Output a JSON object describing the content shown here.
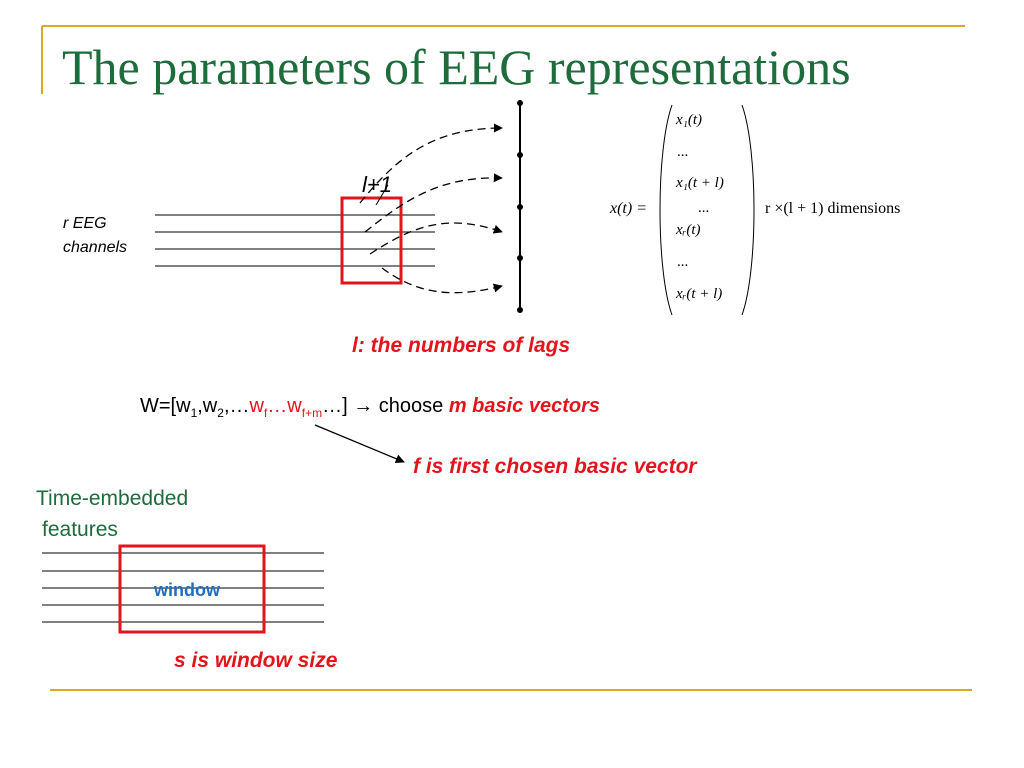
{
  "slide": {
    "title": "The parameters of EEG representations"
  },
  "lag_diagram": {
    "channels_label_line1": "r EEG",
    "channels_label_line2": "channels",
    "lag_box_label": "l+1",
    "lags_caption": "l: the numbers of lags"
  },
  "vector": {
    "lhs": "x(t) =",
    "entries": [
      "x₁(t)",
      "...",
      "x₁(t + l)",
      "...",
      "xᵣ(t)",
      "...",
      "xᵣ(t + l)"
    ],
    "dimensions_text": "r ×(l + 1) dimensions"
  },
  "basis": {
    "w_prefix": "W=[w",
    "w_sub1": "1",
    "w_mid": ",w",
    "w_sub2": "2",
    "w_dots": ",…",
    "wf": "w",
    "wf_sub": "f",
    "wf_dots": "…w",
    "wfm_sub": "f+m",
    "w_suffix": "…] → choose ",
    "m_text": "m basic vectors",
    "f_caption": "f is first chosen basic vector"
  },
  "window_diagram": {
    "label_line1": "Time-embedded",
    "label_line2": "features",
    "window_label": "window",
    "size_caption": "s is window size"
  },
  "colors": {
    "title": "#1e6b3b",
    "accent_red": "#e3141c",
    "window_blue": "#1f6fbf",
    "rule_gold": "#e0a526"
  }
}
